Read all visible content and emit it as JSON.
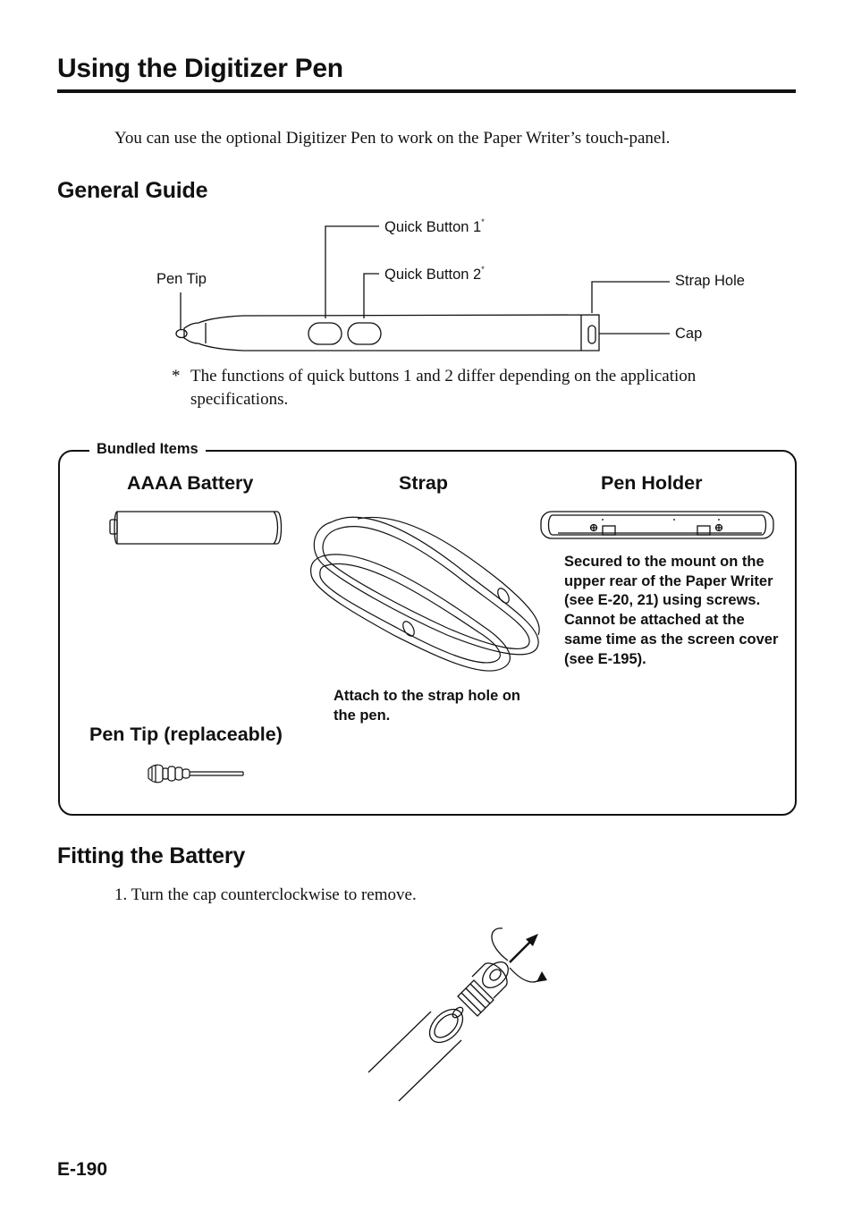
{
  "header": {
    "title": "Using the Digitizer Pen"
  },
  "intro": "You can use the optional Digitizer Pen to work on the Paper Writer’s touch-panel.",
  "general_guide": {
    "heading": "General Guide",
    "callouts": {
      "quick_button_1": "Quick Button 1",
      "quick_button_2": "Quick Button 2",
      "pen_tip": "Pen Tip",
      "strap_hole": "Strap Hole",
      "cap": "Cap",
      "asterisk": "*"
    },
    "footnote_marker": "*",
    "footnote": "The functions of quick buttons 1 and 2 differ depending on the application specifications."
  },
  "bundled_items": {
    "label": "Bundled Items",
    "battery": {
      "title": "AAAA Battery"
    },
    "strap": {
      "title": "Strap",
      "description": "Attach to the strap hole on the pen."
    },
    "pen_holder": {
      "title": "Pen Holder",
      "description": "Secured to the mount on the upper rear of the Paper Writer (see E-20, 21) using screws. Cannot be attached at the same time as the screen cover (see E-195)."
    },
    "pen_tip": {
      "title": "Pen Tip (replaceable)"
    }
  },
  "fitting_battery": {
    "heading": "Fitting the Battery",
    "steps": [
      "1. Turn the cap counterclockwise to remove."
    ]
  },
  "footer": {
    "page_number": "E-190"
  }
}
